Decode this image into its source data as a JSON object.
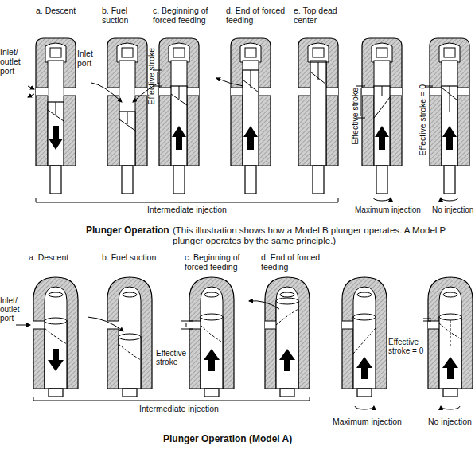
{
  "diagram": {
    "labels": [
      "a. Descent",
      "Inlet/ outlet port",
      "b. Fuel suction",
      "Inlet port",
      "c. Beginning of forced feeding",
      "Effective stroke",
      "d. End of forced feeding",
      "e. Top dead center",
      "Effective stroke",
      "Effective stroke = 0",
      "Intermediate injection",
      "Maximum injection",
      "No injection",
      "Plunger Operation",
      "(This illustration shows how a Model B plunger operates. A Model P plunger operates by the same principle.)",
      "a. Descent",
      "b. Fuel suction",
      "c. Beginning of forced feeding",
      "d. End of forced feeding",
      "Inlet/ outlet port",
      "Effective stroke",
      "Effective stroke = 0",
      "Intermediate injection",
      "Maximum injection",
      "No injection",
      "Plunger Operation (Model A)"
    ]
  }
}
